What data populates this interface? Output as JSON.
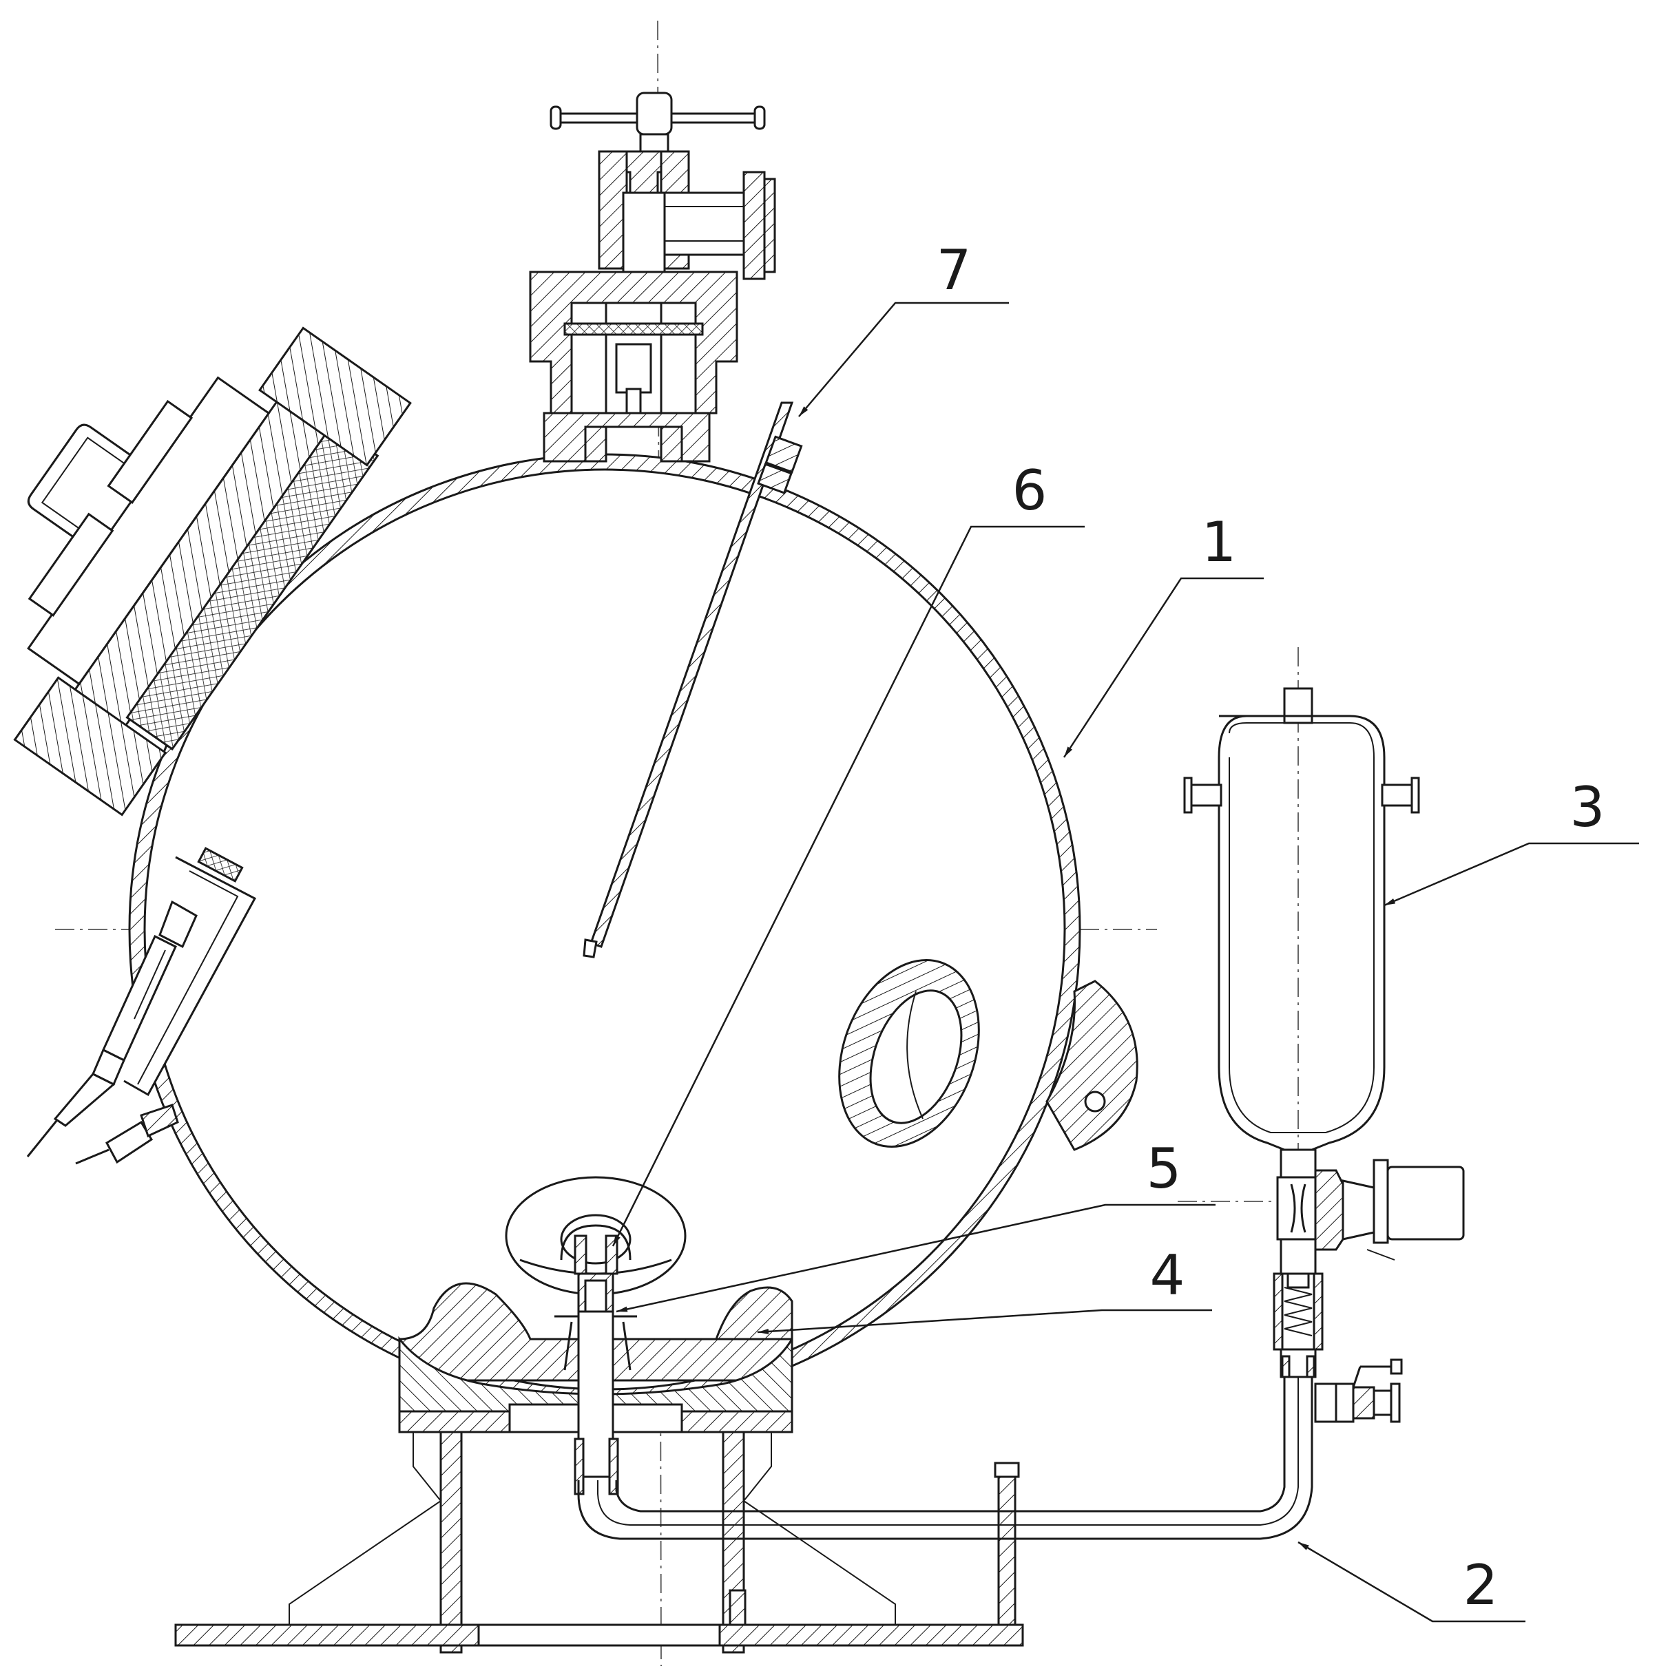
{
  "callouts": [
    {
      "id": "1",
      "label": "1"
    },
    {
      "id": "2",
      "label": "2"
    },
    {
      "id": "3",
      "label": "3"
    },
    {
      "id": "4",
      "label": "4"
    },
    {
      "id": "5",
      "label": "5"
    },
    {
      "id": "6",
      "label": "6"
    },
    {
      "id": "7",
      "label": "7"
    }
  ],
  "colors": {
    "ink": "#1a1a1a",
    "paper": "#ffffff"
  }
}
